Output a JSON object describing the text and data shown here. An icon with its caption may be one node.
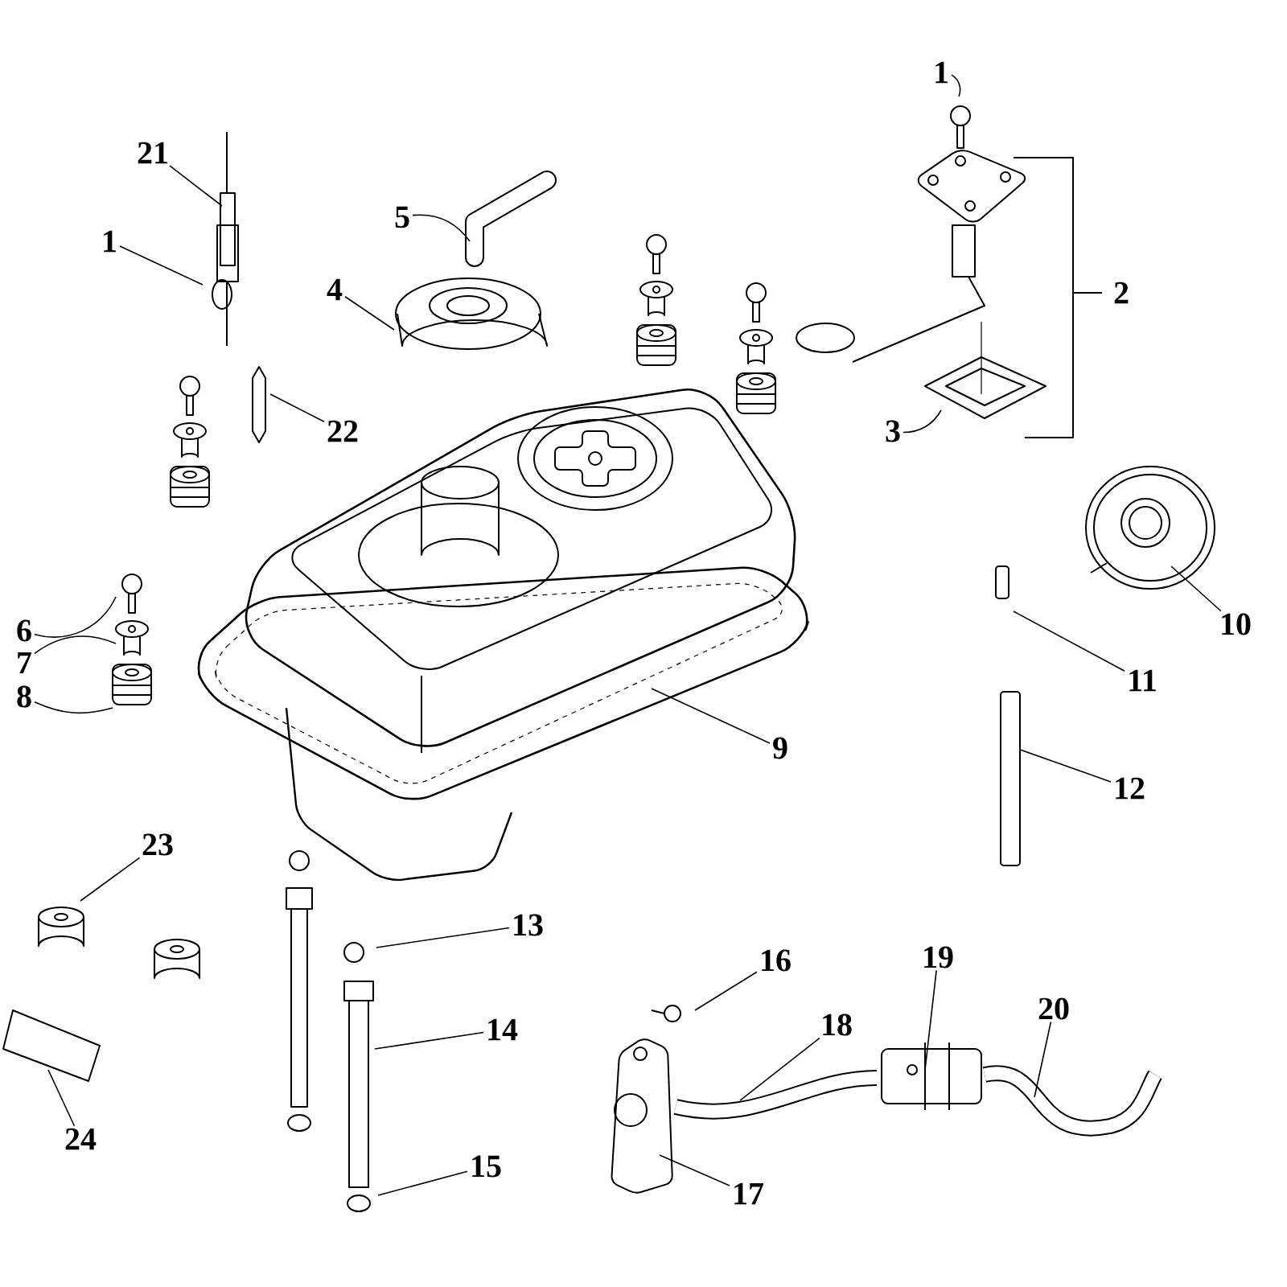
{
  "diagram": {
    "nodes": [
      {
        "text": [
          "1"
        ]
      },
      {
        "text": [
          "21"
        ]
      },
      {
        "text": [
          "1"
        ]
      },
      {
        "text": [
          "5"
        ]
      },
      {
        "text": [
          "4"
        ]
      },
      {
        "text": [
          "22"
        ]
      },
      {
        "text": [
          "3"
        ]
      },
      {
        "text": [
          "6"
        ]
      },
      {
        "text": [
          "7"
        ]
      },
      {
        "text": [
          "8"
        ]
      },
      {
        "text": [
          "10"
        ]
      },
      {
        "text": [
          "11"
        ]
      },
      {
        "text": [
          "9"
        ]
      },
      {
        "text": [
          "12"
        ]
      },
      {
        "text": [
          "23"
        ]
      },
      {
        "text": [
          "13"
        ]
      },
      {
        "text": [
          "16"
        ]
      },
      {
        "text": [
          "19"
        ]
      },
      {
        "text": [
          "20"
        ]
      },
      {
        "text": [
          "18"
        ]
      },
      {
        "text": [
          "14"
        ]
      },
      {
        "text": [
          "24"
        ]
      },
      {
        "text": [
          "15"
        ]
      },
      {
        "text": [
          "17"
        ]
      }
    ],
    "edges": [
      {
        "from": 0,
        "to": null,
        "arrow": "none"
      },
      {
        "from": 1,
        "to": null,
        "arrow": "none"
      },
      {
        "from": 2,
        "to": null,
        "arrow": "none"
      },
      {
        "from": 3,
        "to": null,
        "arrow": "none"
      },
      {
        "from": 4,
        "to": null,
        "arrow": "none"
      },
      {
        "from": 5,
        "to": null,
        "arrow": "none"
      },
      {
        "from": 6,
        "to": null,
        "arrow": "none"
      },
      {
        "from": 7,
        "to": null,
        "arrow": "none"
      },
      {
        "from": 8,
        "to": null,
        "arrow": "none"
      },
      {
        "from": 9,
        "to": null,
        "arrow": "none"
      },
      {
        "from": 10,
        "to": null,
        "arrow": "none"
      },
      {
        "from": 11,
        "to": null,
        "arrow": "none"
      },
      {
        "from": 12,
        "to": null,
        "arrow": "none"
      },
      {
        "from": 13,
        "to": null,
        "arrow": "none"
      },
      {
        "from": 14,
        "to": null,
        "arrow": "none"
      },
      {
        "from": 15,
        "to": null,
        "arrow": "none"
      },
      {
        "from": 16,
        "to": null,
        "arrow": "none"
      },
      {
        "from": 17,
        "to": null,
        "arrow": "none"
      },
      {
        "from": 18,
        "to": null,
        "arrow": "none"
      },
      {
        "from": 19,
        "to": null,
        "arrow": "none"
      },
      {
        "from": 20,
        "to": null,
        "arrow": "none"
      },
      {
        "from": 21,
        "to": null,
        "arrow": "none"
      },
      {
        "from": 22,
        "to": null,
        "arrow": "none"
      },
      {
        "from": 23,
        "to": null,
        "arrow": "none"
      }
    ],
    "labels": [
      "2"
    ]
  }
}
